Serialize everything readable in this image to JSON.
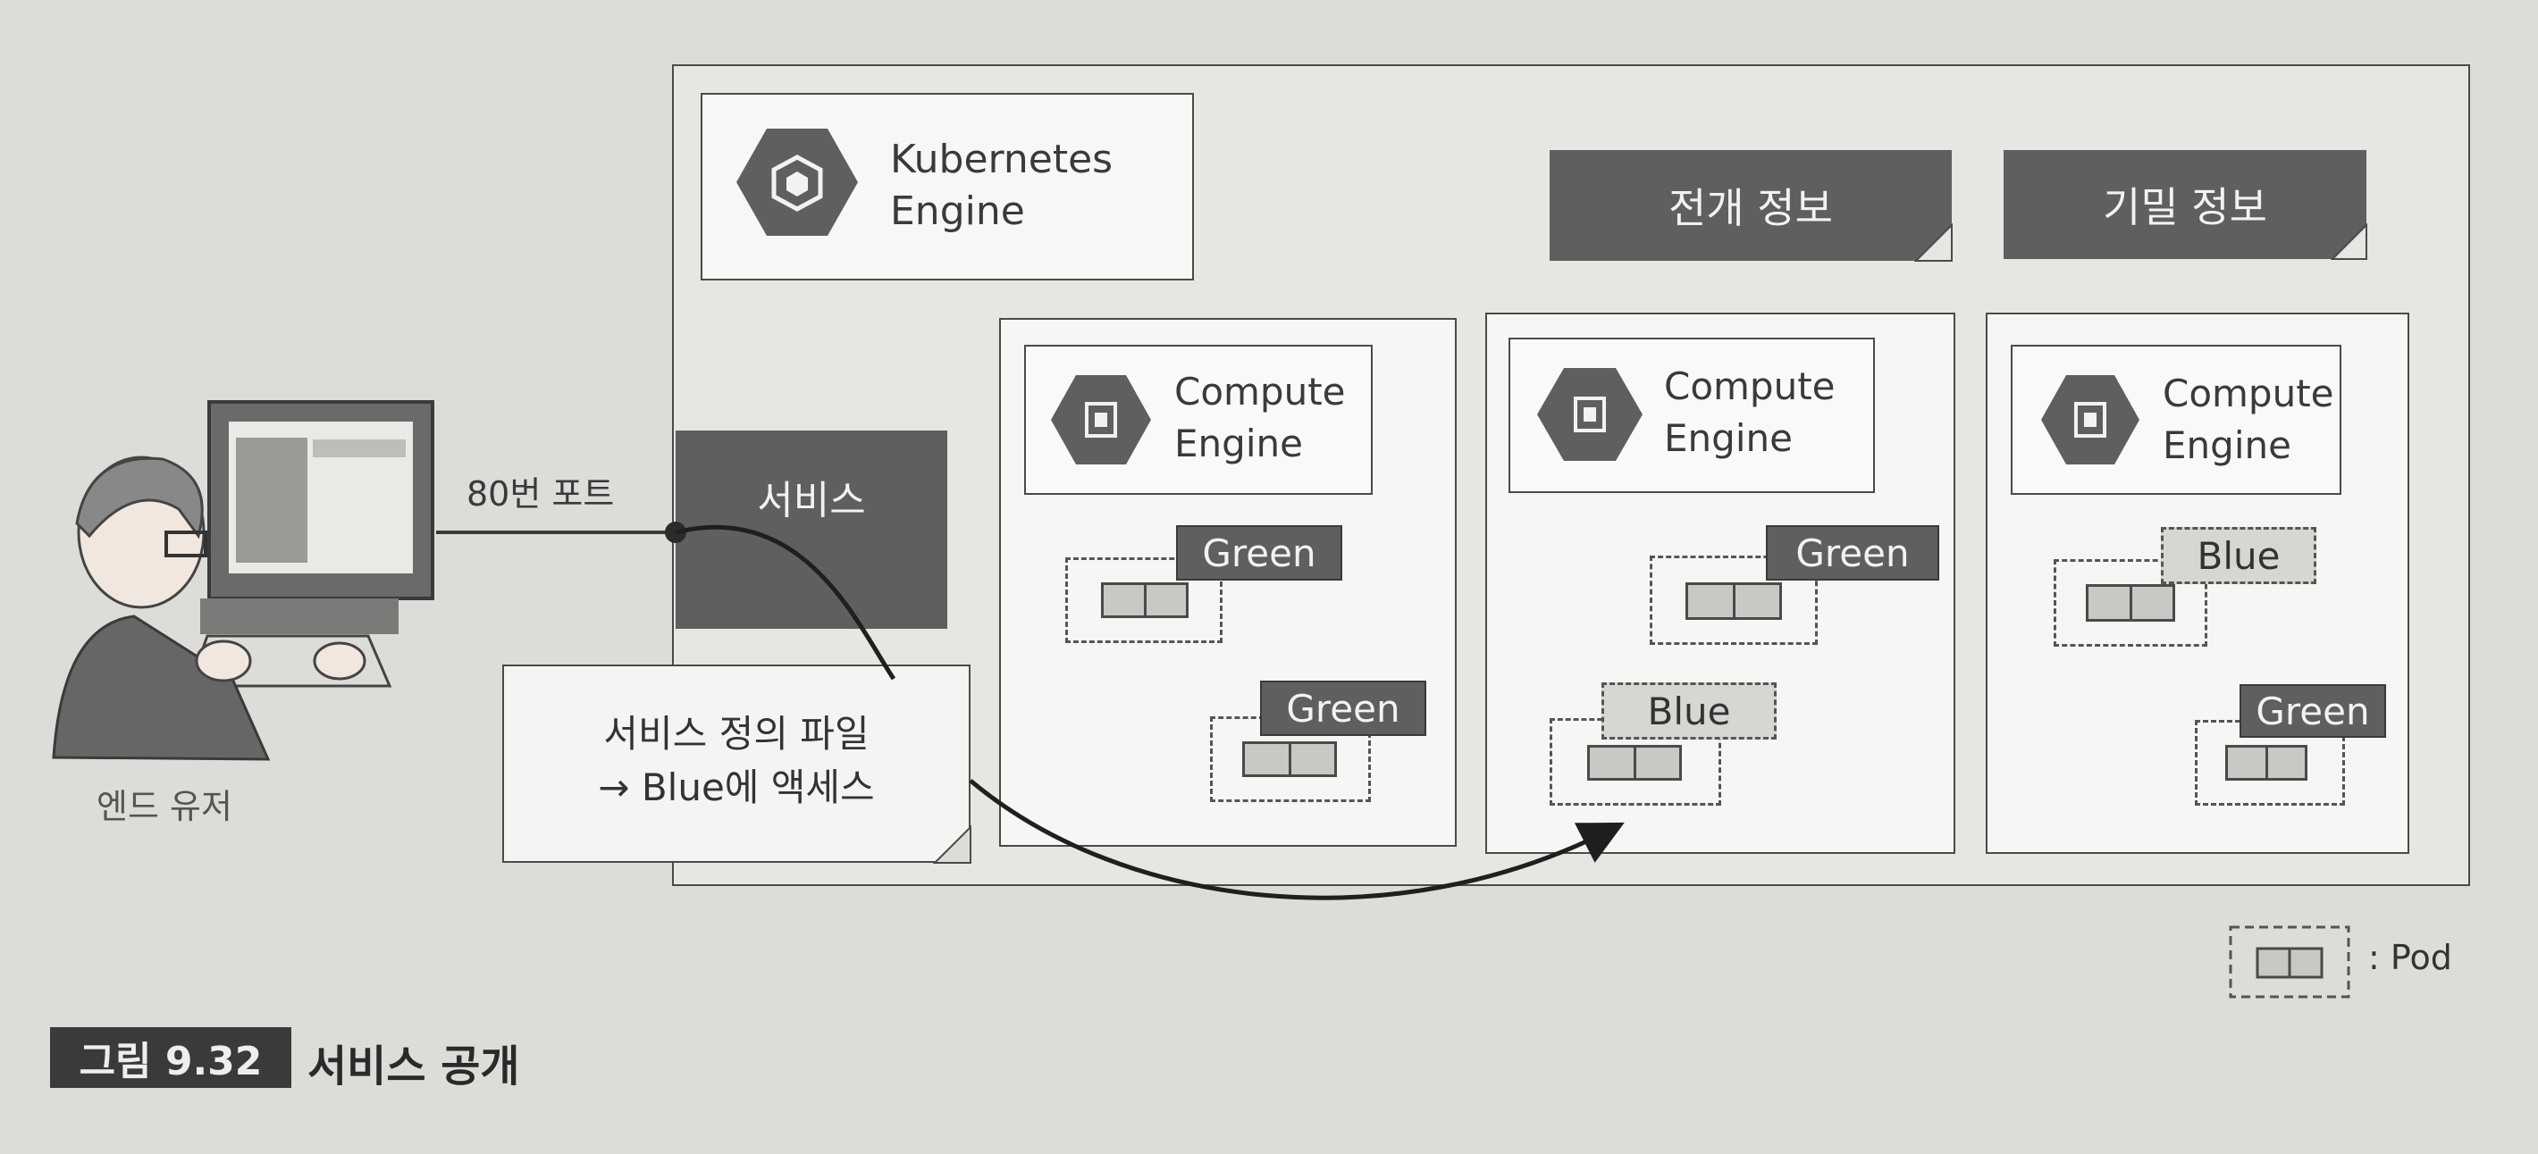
{
  "cluster": {
    "engine": {
      "line1": "Kubernetes",
      "line2": "Engine",
      "icon": "kubernetes-engine-icon"
    },
    "tags": {
      "deployment": "전개 정보",
      "secret": "기밀 정보"
    }
  },
  "service": {
    "label": "서비스",
    "port_label": "80번 포트",
    "note_line1": "서비스 정의 파일",
    "note_line2": "→ Blue에 액세스"
  },
  "nodes": [
    {
      "ce_line1": "Compute",
      "ce_line2": "Engine",
      "pod_top_label": "Green",
      "pod_bottom_label": "Green"
    },
    {
      "ce_line1": "Compute",
      "ce_line2": "Engine",
      "pod_top_label": "Green",
      "pod_bottom_label": "Blue"
    },
    {
      "ce_line1": "Compute",
      "ce_line2": "Engine",
      "pod_top_label": "Blue",
      "pod_bottom_label": "Green"
    }
  ],
  "end_user": {
    "label": "엔드 유저"
  },
  "legend": {
    "pod_label": ": Pod"
  },
  "figure": {
    "number": "그림 9.32",
    "title": "서비스 공개"
  },
  "colors": {
    "dark_box": "#5f5f5f",
    "blue_label": "#d6d6d3",
    "border": "#4a4a4a"
  }
}
